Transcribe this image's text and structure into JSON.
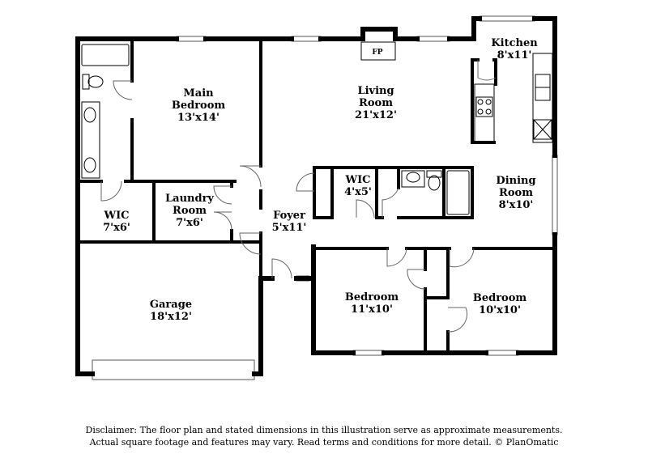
{
  "rooms": {
    "main_bedroom": {
      "name_line1": "Main",
      "name_line2": "Bedroom",
      "dim": "13'x14'"
    },
    "living_room": {
      "name_line1": "Living",
      "name_line2": "Room",
      "dim": "21'x12'"
    },
    "kitchen": {
      "name": "Kitchen",
      "dim": "8'x11'"
    },
    "dining_room": {
      "name_line1": "Dining",
      "name_line2": "Room",
      "dim": "8'x10'"
    },
    "wic_main": {
      "name": "WIC",
      "dim": "7'x6'"
    },
    "laundry": {
      "name_line1": "Laundry",
      "name_line2": "Room",
      "dim": "7'x6'"
    },
    "foyer": {
      "name": "Foyer",
      "dim": "5'x11'"
    },
    "wic_small": {
      "name": "WIC",
      "dim": "4'x5'"
    },
    "garage": {
      "name": "Garage",
      "dim": "18'x12'"
    },
    "bedroom_1": {
      "name": "Bedroom",
      "dim": "11'x10'"
    },
    "bedroom_2": {
      "name": "Bedroom",
      "dim": "10'x10'"
    }
  },
  "fireplace_label": "FP",
  "disclaimer": {
    "line1": "Disclaimer: The floor plan and stated dimensions in this illustration serve as approximate measurements.",
    "line2": "Actual square footage and features may vary. Read terms and conditions for more detail. © PlanOmatic"
  }
}
